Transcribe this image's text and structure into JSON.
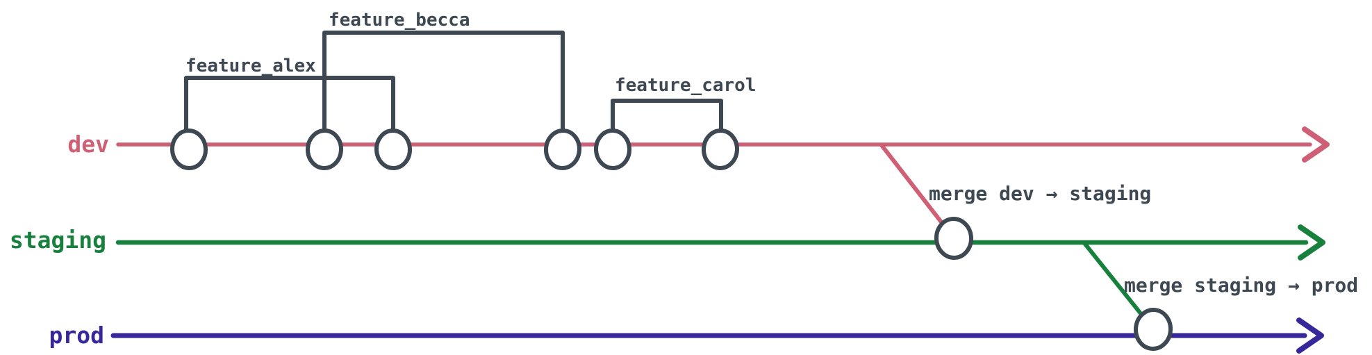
{
  "diagram": {
    "type": "git-branch-flow",
    "colors": {
      "dev": "#cf5f75",
      "staging": "#17803d",
      "prod": "#36289a",
      "ink": "#3d4852",
      "background": "#ffffff"
    },
    "branches": {
      "dev": {
        "label": "dev",
        "commit_count": 6
      },
      "staging": {
        "label": "staging"
      },
      "prod": {
        "label": "prod"
      }
    },
    "features": {
      "alex": {
        "label": "feature_alex",
        "commits_spanned": [
          1,
          3
        ]
      },
      "becca": {
        "label": "feature_becca",
        "commits_spanned": [
          2,
          4
        ]
      },
      "carol": {
        "label": "feature_carol",
        "commits_spanned": [
          5,
          6
        ]
      }
    },
    "merges": {
      "dev_to_staging": {
        "label": "merge dev → staging"
      },
      "staging_to_prod": {
        "label": "merge staging → prod"
      }
    }
  }
}
